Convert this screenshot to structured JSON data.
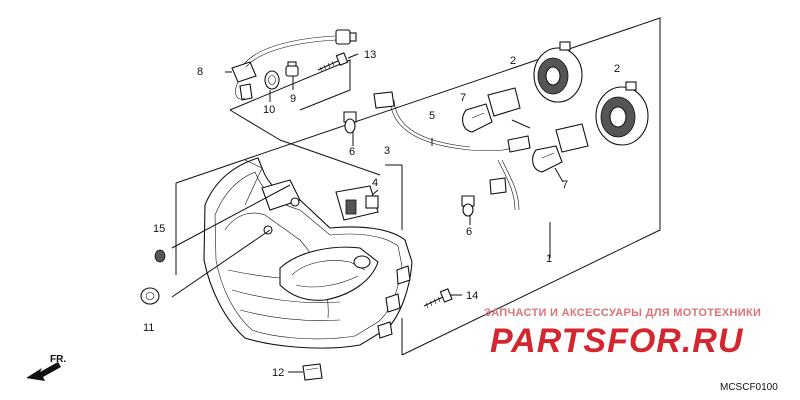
{
  "callouts": {
    "c1": "1",
    "c2a": "2",
    "c2b": "2",
    "c3": "3",
    "c4": "4",
    "c5": "5",
    "c6a": "6",
    "c6b": "6",
    "c7a": "7",
    "c7b": "7",
    "c8": "8",
    "c9": "9",
    "c10": "10",
    "c11": "11",
    "c12": "12",
    "c13": "13",
    "c14": "14",
    "c15": "15"
  },
  "watermark": {
    "tagline": "ЗАПЧАСТИ И АКСЕССУАРЫ ДЛЯ МОТОТЕХНИКИ",
    "brand": "PARTSFOR.RU"
  },
  "direction_label": "FR.",
  "diagram_code": "MCSCF0100"
}
